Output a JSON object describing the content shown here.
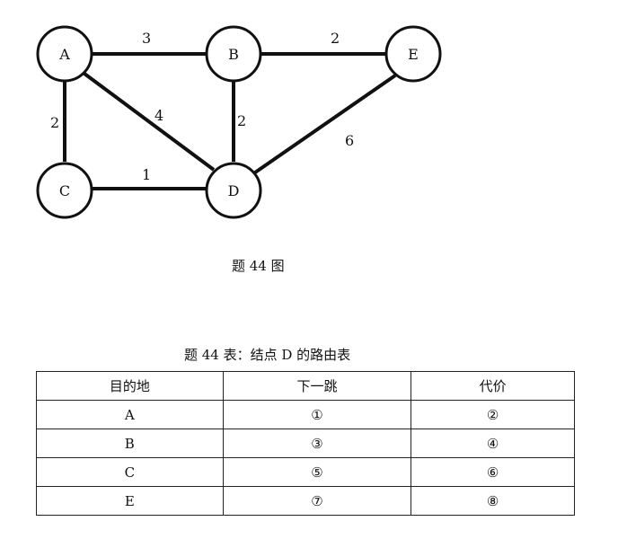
{
  "graph": {
    "nodes": [
      "A",
      "B",
      "E",
      "C",
      "D"
    ],
    "edges": [
      {
        "from": "A",
        "to": "B",
        "weight": "3"
      },
      {
        "from": "B",
        "to": "E",
        "weight": "2"
      },
      {
        "from": "A",
        "to": "C",
        "weight": "2"
      },
      {
        "from": "A",
        "to": "D",
        "weight": "4"
      },
      {
        "from": "B",
        "to": "D",
        "weight": "2"
      },
      {
        "from": "C",
        "to": "D",
        "weight": "1"
      },
      {
        "from": "D",
        "to": "E",
        "weight": "6"
      }
    ]
  },
  "figure_caption": "题 44 图",
  "table": {
    "title": "题 44 表：结点 D 的路由表",
    "headers": [
      "目的地",
      "下一跳",
      "代价"
    ],
    "rows": [
      [
        "A",
        "①",
        "②"
      ],
      [
        "B",
        "③",
        "④"
      ],
      [
        "C",
        "⑤",
        "⑥"
      ],
      [
        "E",
        "⑦",
        "⑧"
      ]
    ]
  }
}
